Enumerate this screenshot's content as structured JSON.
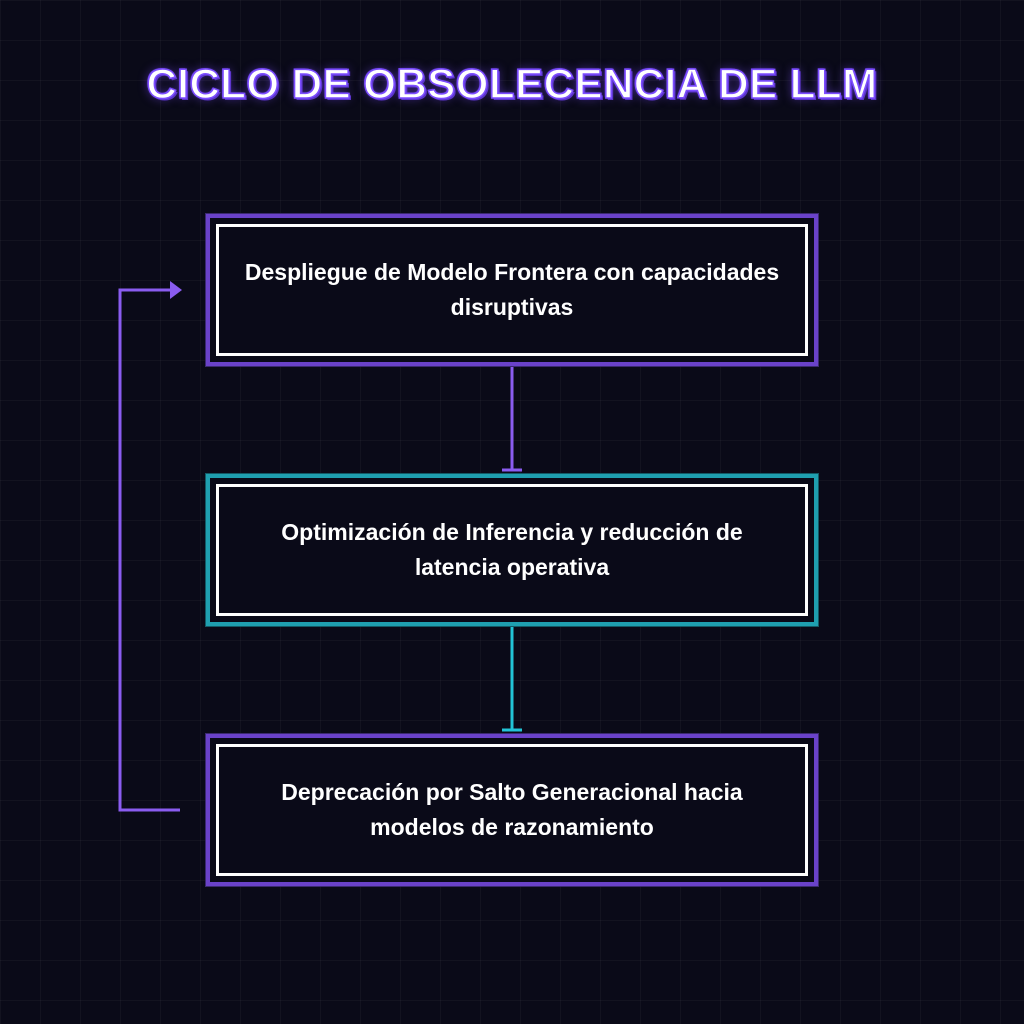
{
  "title": "CICLO DE OBSOLECENCIA DE LLM",
  "nodes": [
    {
      "label": "Despliegue de Modelo Frontera con capacidades disruptivas"
    },
    {
      "label": "Optimización de Inferencia y reducción de latencia operativa"
    },
    {
      "label": "Deprecación por Salto Generacional hacia modelos de razonamiento"
    }
  ],
  "colors": {
    "background": "#0a0a18",
    "accent_purple": "#7c4dff",
    "accent_teal": "#22c3d6",
    "text": "#ffffff"
  }
}
